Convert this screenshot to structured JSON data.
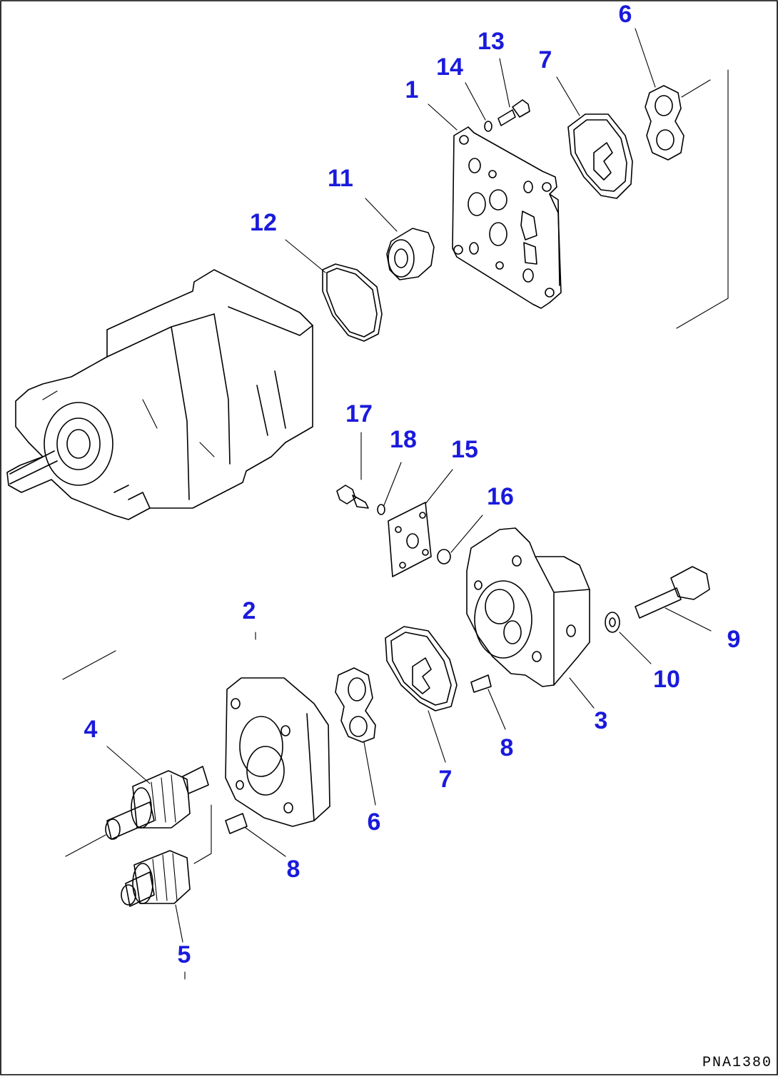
{
  "diagram": {
    "drawing_code": "PNA1380",
    "callouts": [
      {
        "id": "1",
        "label": "1"
      },
      {
        "id": "2",
        "label": "2"
      },
      {
        "id": "3",
        "label": "3"
      },
      {
        "id": "4",
        "label": "4"
      },
      {
        "id": "5",
        "label": "5"
      },
      {
        "id": "6a",
        "label": "6"
      },
      {
        "id": "6b",
        "label": "6"
      },
      {
        "id": "7a",
        "label": "7"
      },
      {
        "id": "7b",
        "label": "7"
      },
      {
        "id": "8a",
        "label": "8"
      },
      {
        "id": "8b",
        "label": "8"
      },
      {
        "id": "9",
        "label": "9"
      },
      {
        "id": "10",
        "label": "10"
      },
      {
        "id": "11",
        "label": "11"
      },
      {
        "id": "12",
        "label": "12"
      },
      {
        "id": "13",
        "label": "13"
      },
      {
        "id": "14",
        "label": "14"
      },
      {
        "id": "15",
        "label": "15"
      },
      {
        "id": "16",
        "label": "16"
      },
      {
        "id": "17",
        "label": "17"
      },
      {
        "id": "18",
        "label": "18"
      }
    ],
    "colors": {
      "callout": "#1a1adc",
      "line": "#000000",
      "background": "#ffffff"
    }
  }
}
